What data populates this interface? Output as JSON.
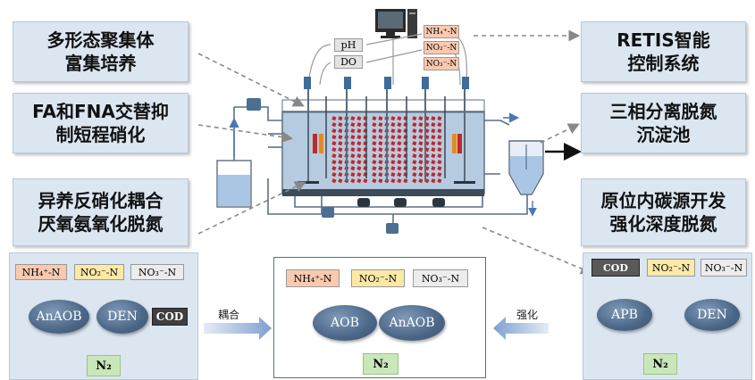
{
  "labels": {
    "polymorph": [
      "多形态聚集体",
      "富集培养"
    ],
    "fa_fna": [
      "FA和FNA交替抑",
      "制短程硝化"
    ],
    "hetero": [
      "异养反硝化耦合",
      "厌氧氨氧化脱氮"
    ],
    "retis": [
      "RETIS智能",
      "控制系统"
    ],
    "three_phase": [
      "三相分离脱氮",
      "沉淀池"
    ],
    "carbon": [
      "原位内碳源开发",
      "强化深度脱氮"
    ]
  },
  "sensors": {
    "ph": "pH",
    "do": "DO",
    "nh4": "NH₄⁺-N",
    "no2": "NO₂⁻-N",
    "no3": "NO₃⁻-N"
  },
  "left_panel": {
    "nh4": "NH₄⁺-N",
    "no2": "NO₂⁻-N",
    "no3": "NO₃⁻-N",
    "anaob": "AnAOB",
    "den": "DEN",
    "cod": "COD",
    "n2": "N₂"
  },
  "middle_panel": {
    "nh4": "NH₄⁺-N",
    "no2": "NO₂⁻-N",
    "no3": "NO₃⁻-N",
    "aob": "AOB",
    "anaob": "AnAOB",
    "n2": "N₂"
  },
  "right_panel": {
    "cod": "COD",
    "no2": "NO₂⁻-N",
    "no3": "NO₃⁻-N",
    "apb": "APB",
    "den": "DEN",
    "n2": "N₂"
  },
  "arrows": {
    "coupling": "耦合",
    "enhance": "强化"
  },
  "colors": {
    "box_fill": "#dce6f1",
    "reactor_red": "#c0282a",
    "water_blue": "#a9c6e4"
  }
}
